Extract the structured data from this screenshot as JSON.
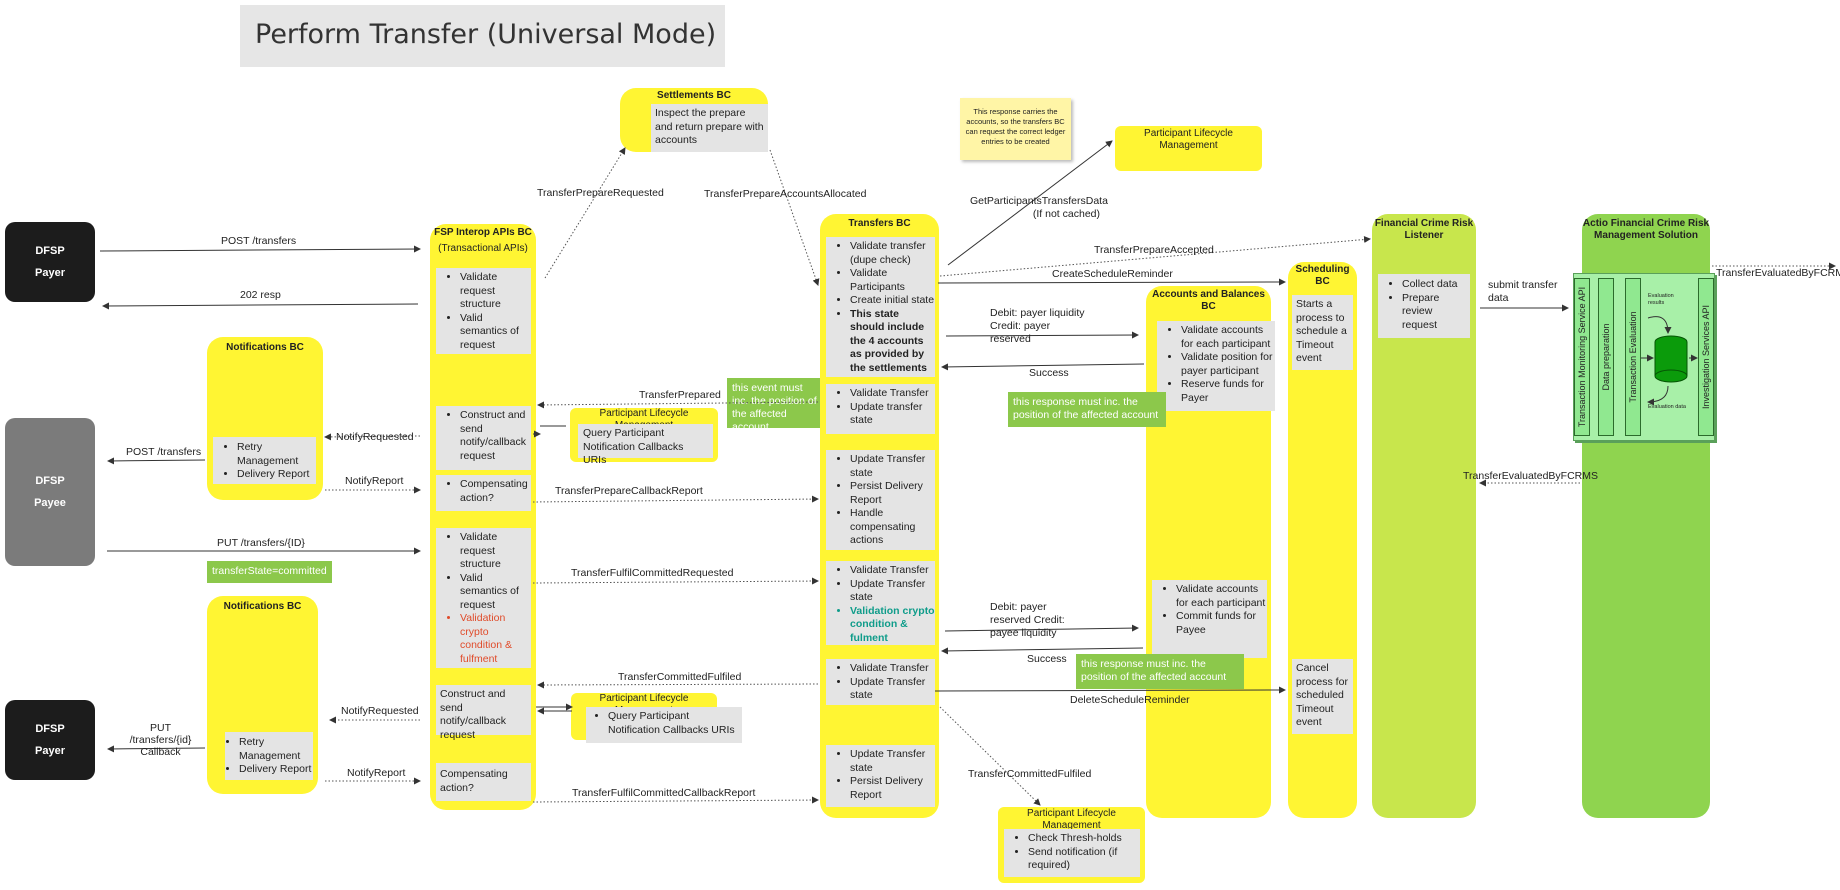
{
  "title": "Perform Transfer (Universal Mode)",
  "dfsp": {
    "payer_top": {
      "line1": "DFSP",
      "line2": "Payer"
    },
    "payee": {
      "line1": "DFSP",
      "line2": "Payee"
    },
    "payer_bottom": {
      "line1": "DFSP",
      "line2": "Payer"
    }
  },
  "settlements": {
    "title": "Settlements BC",
    "text": "Inspect the prepare and return prepare with accounts"
  },
  "sticky_note": "This response carries the accounts, so the transfers BC can request the correct ledger entries to be created",
  "plm_top": {
    "title": "Participant Lifecycle Management"
  },
  "fsp": {
    "title": "FSP Interop APIs BC",
    "subtitle": "(Transactional APIs)",
    "box1": [
      "Validate request structure",
      "Valid semantics of request"
    ],
    "box2": [
      "Construct and send notify/callback request"
    ],
    "box3": [
      "Compensating action?"
    ],
    "box4": [
      "Validate request structure",
      "Valid semantics of request"
    ],
    "box4_red": "Validation crypto condition & fulfment",
    "box5": "Construct and send notify/callback request",
    "box6": "Compensating action?"
  },
  "notif_top": {
    "title": "Notifications BC",
    "items": [
      "Retry Management",
      "Delivery Report"
    ]
  },
  "notif_bottom": {
    "title": "Notifications BC",
    "items": [
      "Retry Management",
      "Delivery Report"
    ]
  },
  "plm_mid1": {
    "title": "Participant Lifecycle Management",
    "text": "Query Participant Notification Callbacks URIs"
  },
  "plm_mid2": {
    "title": "Participant Lifecycle Management",
    "items": [
      "Query Participant Notification Callbacks URIs"
    ]
  },
  "plm_bottom": {
    "title": "Participant Lifecycle Management",
    "items": [
      "Check Thresh-holds",
      "Send notification (if required)"
    ]
  },
  "transfers": {
    "title": "Transfers BC",
    "box1": [
      "Validate transfer (dupe check)",
      "Validate Participants",
      "Create initial state"
    ],
    "box1_bold": "This state should include the 4 accounts as provided by the settlements",
    "box2": [
      "Validate Transfer",
      "Update transfer state"
    ],
    "box3": [
      "Update Transfer state",
      "Persist Delivery Report",
      "Handle compensating actions"
    ],
    "box4": [
      "Validate Transfer",
      "Update Transfer state"
    ],
    "box4_teal": "Validation crypto condition & fulment",
    "box5": [
      "Validate Transfer",
      "Update Transfer state"
    ],
    "box6": [
      "Update Transfer state",
      "Persist Delivery Report"
    ]
  },
  "accounts": {
    "title": "Accounts and Balances BC",
    "box1": [
      "Validate accounts for each participant",
      "Validate position for payer participant",
      "Reserve funds for Payer"
    ],
    "box2": [
      "Validate accounts for each participant",
      "Commit funds for Payee"
    ]
  },
  "scheduling": {
    "title": "Scheduling BC",
    "box1": "Starts a process to schedule a Timeout event",
    "box2": "Cancel process for scheduled Timeout event"
  },
  "fcr": {
    "title": "Financial Crime Risk Listener",
    "items": [
      "Collect data",
      "Prepare review request"
    ]
  },
  "actio": {
    "title": "Actio Financial Crime Risk Management Solution",
    "col1": "Transaction Monitoring Service API",
    "col2": "Data preparation",
    "col3": "Transaction Evaluation",
    "col4": "Investigation Services API",
    "eval_results": "Evaluation results",
    "eval_data": "Evaluation data"
  },
  "notes": {
    "event_position": "this event must inc. the position of the affected account",
    "response_position1": "this response must inc. the position of the affected account",
    "response_position2": "this response must inc. the position of the affected account",
    "committed": "transferState=committed"
  },
  "labels": {
    "post_transfers_1": "POST /transfers",
    "resp_202": "202 resp",
    "post_transfers_2": "POST /transfers",
    "put_transfers_id": "PUT /transfers/{ID}",
    "put_callback": "PUT /transfers/{id} Callback",
    "notify_requested_1": "NotifyRequested",
    "notify_report_1": "NotifyReport",
    "notify_requested_2": "NotifyRequested",
    "notify_report_2": "NotifyReport",
    "transfer_prepare_requested": "TransferPrepareRequested",
    "transfer_prepare_accounts_allocated": "TransferPrepareAccountsAllocated",
    "transfer_prepared": "TransferPrepared",
    "transfer_prepare_callback_report": "TransferPrepareCallbackReport",
    "transfer_fulfil_committed_requested": "TransferFulfilCommittedRequested",
    "transfer_committed_fulfiled_1": "TransferCommittedFulfiled",
    "transfer_fulfil_committed_callback_report": "TransferFulfilCommittedCallbackReport",
    "transfer_committed_fulfiled_2": "TransferCommittedFulfiled",
    "get_participants": "GetParticipantsTransfersData (If not cached)",
    "transfer_prepare_accepted": "TransferPrepareAccepted",
    "create_schedule_reminder": "CreateScheduleReminder",
    "delete_schedule_reminder": "DeleteScheduleReminder",
    "debit_credit_1": "Debit: payer liquidity Credit: payer reserved",
    "success_1": "Success",
    "debit_credit_2": "Debit: payer reserved Credit: payee liquidity",
    "success_2": "Success",
    "submit_transfer_data": "submit transfer data",
    "transfer_evaluated_1": "TransferEvaluatedByFCRMS",
    "transfer_evaluated_2": "TransferEvaluatedByFCRMS"
  }
}
